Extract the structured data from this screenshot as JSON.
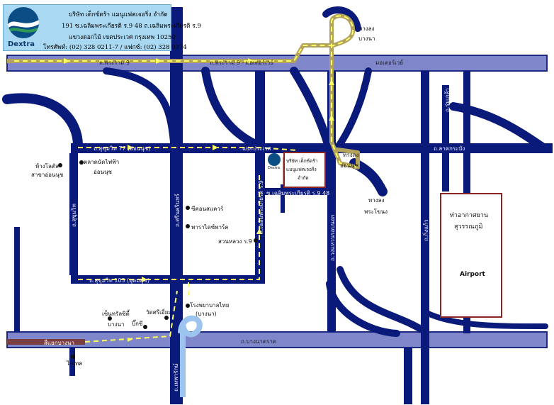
{
  "company": {
    "logo_text": "Dextra",
    "name": "บริษัท เด็กซ์ตร้า แมนูแฟคเจอริ่ง จำกัด",
    "address1": "191 ซ.เฉลิมพระเกียรติ ร.9  48 ถ.เฉลิมพระเกียรติ ร.9",
    "address2": "แขวงดอกไม้ เขตประเวศ กรุงเทพ 10250",
    "phone": "โทรศัพท์: (02) 328 0211-7 / แฟกซ์: (02) 328 0374",
    "colors": {
      "brand": "#0b4e86",
      "box": "#a9d8f2"
    }
  },
  "roads": {
    "rama9_left": "ถ.พระราม 9",
    "rama9_motorway": "ถ.พระราม 9 - มอเตอร์เวย์",
    "motorway_right": "มอเตอร์เวย์",
    "sukhumvit77": "ถ.สุขุมวิท 77 (อ่อนนุช)",
    "sukhumvit103": "ถ.สุขุมวิท 103 (อุดมสุข)",
    "bangna_trat": "ถ.บางนาตราด",
    "lat_krabang": "ถ.ลาดกระบัง",
    "mo_prawet": "แยกประเวศ",
    "sukhumvit_v": "ถ.สุขุมวิท",
    "srinakarin": "ถ.ศรีนครินทร์",
    "chaloem_v": "ถ.เฉลิมพระเกียรติ ร.9",
    "kanchanaphisek": "ถ.วงแหวนรอบนอก",
    "king_kaeo": "ถ.กิ่งแก้ว",
    "thepharak": "ถ.เทพารักษ์",
    "chaloem_soi": "ซ.เฉลิมพระเกียรติ ร.9  48",
    "right_vertical": "ถ.ร่มเกล้า",
    "road_colors": {
      "road": "#0a1a7a",
      "highway": "#7f86c9",
      "route": "#ffff66",
      "route_outline": "#b3a15e",
      "start": "#7a3e3e"
    }
  },
  "labels": {
    "bangna_ramp_top": "ทางลง",
    "bangna_ramp_bottom": "บางนา",
    "on_nut_ramp_top": "ทางลง",
    "on_nut_ramp_bottom": "อ่อนนุช",
    "prakanong_ramp_top": "ทางลง",
    "prakanong_ramp_bottom": "พระโขนง",
    "bangna_junction": "สี่แยกบางนา",
    "company_box_line1": "บริษัท เด็กซ์ตร้า",
    "company_box_line2": "แมนูแฟคเจอริ่ง",
    "company_box_line3": "จำกัด",
    "airport_line1": "ท่าอากาศยาน",
    "airport_line2": "สุวรรณภูมิ",
    "airport": "Airport",
    "logo_small": "Dextra"
  },
  "pois": {
    "lotus_onnut_1": "ห้างโลตัส",
    "lotus_onnut_2": "สาขาอ่อนนุช",
    "market_1": "ตลาดนัดไฟฟ้า",
    "market_2": "อ่อนนุช",
    "seacon": "ซีคอนสแควร์",
    "paradise": "พาราไดซ์พาร์ค",
    "suan_luang": "สวนหลวง ร.9",
    "central_bangna_1": "เซ็นทรัลซิตี้",
    "central_bangna_2": "บางนา",
    "bigc": "บิ๊กซี",
    "wat_sri_iam": "วัดศรีเอี่ยม",
    "hospital_1": "โรงพยาบาลไทย",
    "hospital_2": "(บางนา)",
    "biotec": "ไบเทค"
  }
}
